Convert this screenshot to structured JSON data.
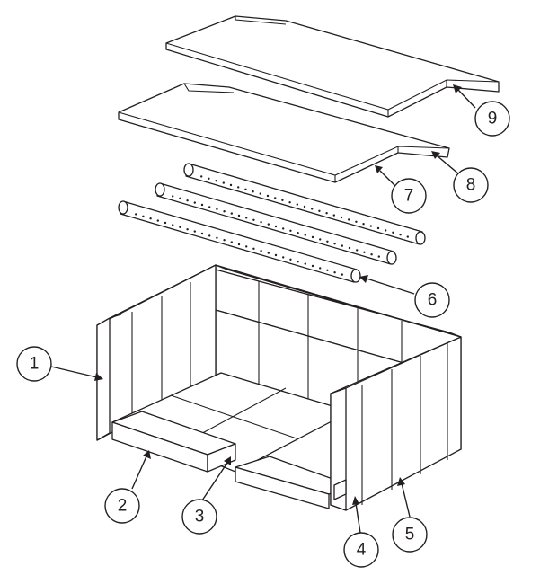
{
  "diagram": {
    "type": "exploded-parts-view",
    "callouts": [
      {
        "id": "1",
        "label": "1"
      },
      {
        "id": "2",
        "label": "2"
      },
      {
        "id": "3",
        "label": "3"
      },
      {
        "id": "4",
        "label": "4"
      },
      {
        "id": "5",
        "label": "5"
      },
      {
        "id": "6",
        "label": "6"
      },
      {
        "id": "7",
        "label": "7"
      },
      {
        "id": "8",
        "label": "8"
      },
      {
        "id": "9",
        "label": "9"
      }
    ],
    "colors": {
      "line": "#231f20",
      "fill": "#ffffff"
    }
  }
}
